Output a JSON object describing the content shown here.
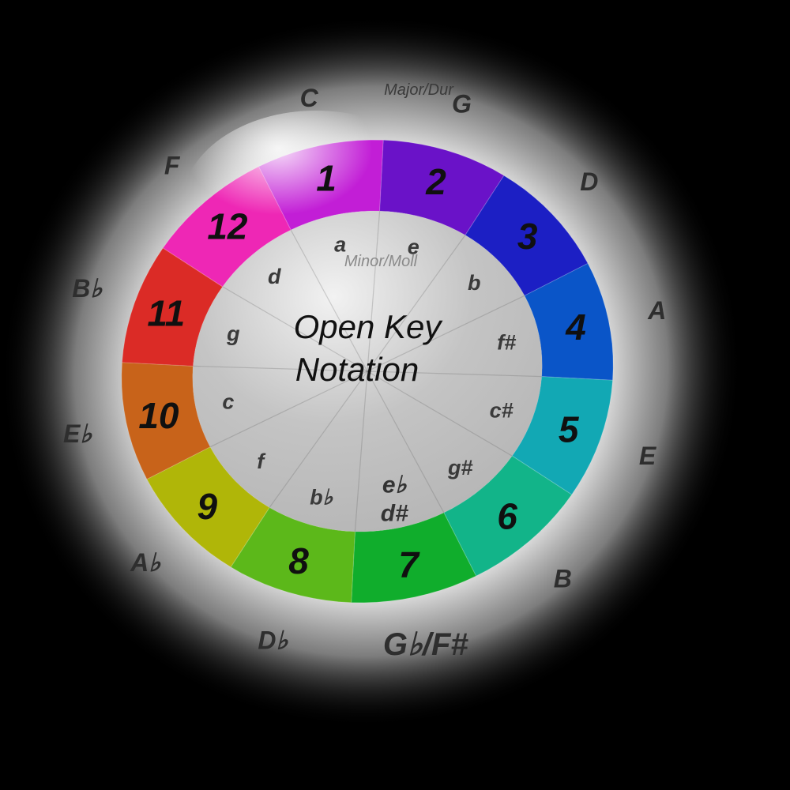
{
  "diagram": {
    "title_line1": "Open Key",
    "title_line2": "Notation",
    "major_caption": "Major/Dur",
    "minor_caption": "Minor/Moll",
    "keys": [
      {
        "num": "1",
        "major": "C",
        "minor": "a",
        "color": "#c21ed6"
      },
      {
        "num": "2",
        "major": "G",
        "minor": "e",
        "color": "#6a12c8"
      },
      {
        "num": "3",
        "major": "D",
        "minor": "b",
        "color": "#1c1fc4"
      },
      {
        "num": "4",
        "major": "A",
        "minor": "f#",
        "color": "#0a55c8"
      },
      {
        "num": "5",
        "major": "E",
        "minor": "c#",
        "color": "#12a8b4"
      },
      {
        "num": "6",
        "major": "B",
        "minor": "g#",
        "color": "#12b489"
      },
      {
        "num": "7",
        "major": "Gb/F#",
        "minor": "eb/d#",
        "color": "#10ad2c"
      },
      {
        "num": "8",
        "major": "Db",
        "minor": "bb",
        "color": "#5cb81a"
      },
      {
        "num": "9",
        "major": "Ab",
        "minor": "f",
        "color": "#b0b608"
      },
      {
        "num": "10",
        "major": "Eb",
        "minor": "c",
        "color": "#c8631a"
      },
      {
        "num": "11",
        "major": "Bb",
        "minor": "g",
        "color": "#db2b26"
      },
      {
        "num": "12",
        "major": "F",
        "minor": "d",
        "color": "#ee27b5"
      }
    ]
  }
}
